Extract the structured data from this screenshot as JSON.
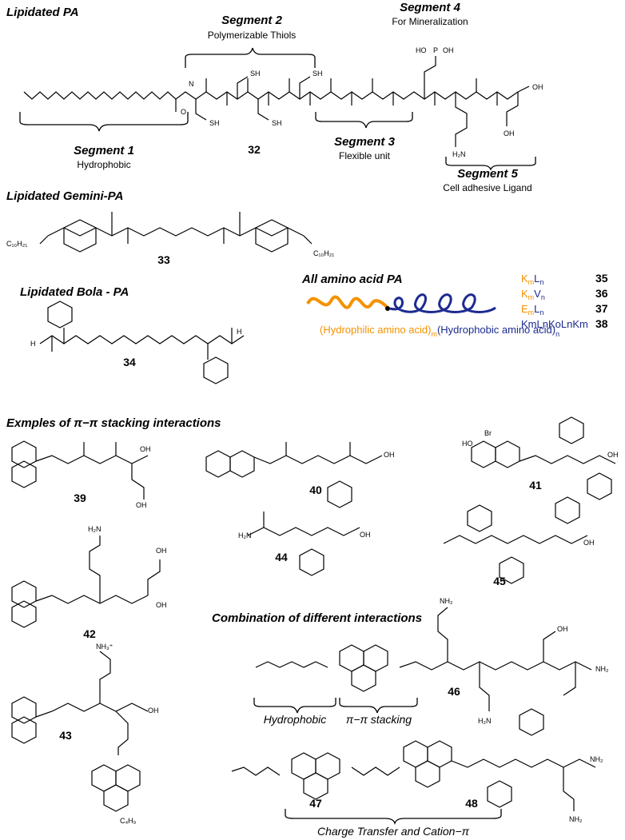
{
  "sections": {
    "lipidated_pa": "Lipidated PA",
    "gemini": "Lipidated Gemini-PA",
    "bola": "Lipidated Bola - PA",
    "all_amino": "All amino acid PA",
    "pi_stacking": "Exmples of π−π stacking interactions",
    "combination": "Combination of different interactions"
  },
  "segments": {
    "s1_title": "Segment 1",
    "s1_desc": "Hydrophobic",
    "s2_title": "Segment 2",
    "s2_desc": "Polymerizable Thiols",
    "s3_title": "Segment 3",
    "s3_desc": "Flexible unit",
    "s4_title": "Segment 4",
    "s4_desc": "For Mineralization",
    "s5_title": "Segment 5",
    "s5_desc": "Cell adhesive Ligand"
  },
  "numbers": [
    "32",
    "33",
    "34",
    "35",
    "36",
    "37",
    "38",
    "39",
    "40",
    "41",
    "42",
    "43",
    "44",
    "45",
    "46",
    "47",
    "48"
  ],
  "sequences": {
    "s35": {
      "a": "K",
      "b": "m",
      "c": "L",
      "d": "n"
    },
    "s36": {
      "a": "K",
      "b": "m",
      "c": "V",
      "d": "n"
    },
    "s37": {
      "a": "E",
      "b": "m",
      "c": "L",
      "d": "n"
    },
    "s38": "KmLnKoLnKm"
  },
  "amino_caption": {
    "hydrophilic": "(Hydrophilic amino acid)",
    "m": "m",
    "hydrophobic": "(Hydrophobic amino acid)",
    "n": "n"
  },
  "annotations": {
    "hydrophobic": "Hydrophobic",
    "pi_stack": "π−π stacking",
    "charge": "Charge Transfer and Cation−π"
  },
  "atoms": {
    "sh": "SH",
    "nh": "N",
    "h": "H",
    "o": "O",
    "oh": "OH",
    "ho": "HO",
    "po": "P",
    "nh2": "NH₂",
    "h2n": "H₂N",
    "c10": "C₁₀H₂₁",
    "br": "Br",
    "nh3": "NH₃⁺",
    "c4h9": "C₄H₉"
  },
  "colors": {
    "orange": "#f39200",
    "blue": "#1d2b8f"
  }
}
